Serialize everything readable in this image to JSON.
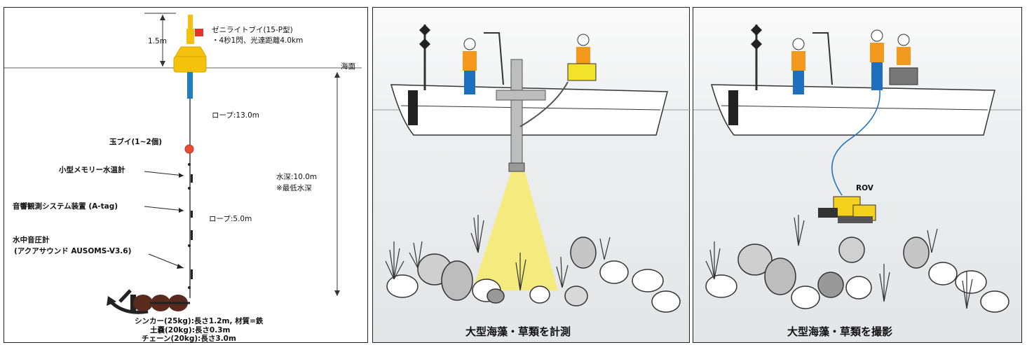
{
  "mooring": {
    "buoy_height": "1.5m",
    "buoy_name": "ゼニライトブイ(15-P型)",
    "buoy_spec": "・4秒1閃、光達距離4.0km",
    "sea_surface": "海面",
    "rope_upper": "ロープ:13.0m",
    "ball_buoy": "玉ブイ(1~2個)",
    "temp_logger": "小型メモリー水温計",
    "acoustic_system": "音響観測システム装置 (A-tag)",
    "rope_lower": "ロープ:5.0m",
    "depth": "水深:10.0m",
    "depth_note": "※最低水深",
    "hydrophone": "水中音圧計",
    "hydrophone_model": "(アクアサウンド AUSOMS-V3.6)",
    "sinker": "シンカー(25kg):長さ1.2m, 材質=鉄",
    "sandbag": "土嚢(20kg):長さ0.3m",
    "chain": "チェーン(20kg):長さ3.0m"
  },
  "panel_measure": {
    "caption": "大型海藻・草類を計測"
  },
  "panel_film": {
    "caption": "大型海藻・草類を撮影",
    "rov_label": "ROV"
  },
  "colors": {
    "buoy": "#f4c20d",
    "vest": "#f39a1e",
    "device": "#f3e22a",
    "beam": "#f6ea6a",
    "rope": "#1f6fbf",
    "ball": "#e74c2c"
  }
}
